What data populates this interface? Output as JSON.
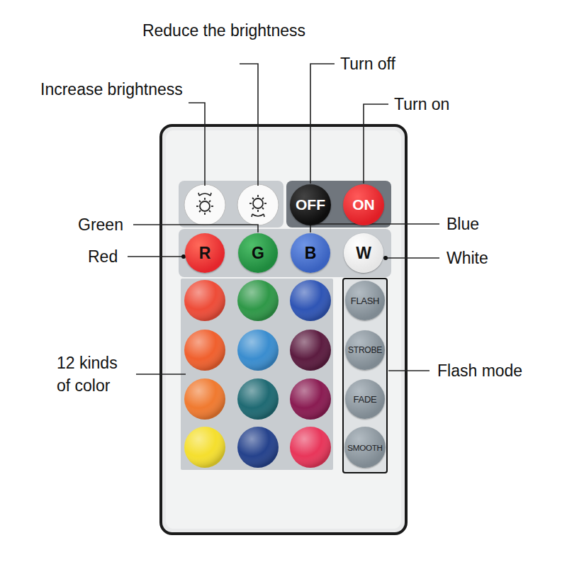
{
  "diagram": {
    "nodes": [
      {
        "text": [
          "OFF"
        ]
      },
      {
        "text": [
          "ON"
        ]
      },
      {
        "text": [
          "R"
        ]
      },
      {
        "text": [
          "G"
        ]
      },
      {
        "text": [
          "B"
        ]
      },
      {
        "text": [
          "W"
        ]
      },
      {
        "text": [
          "FLASH"
        ]
      },
      {
        "text": [
          "STROBE"
        ]
      },
      {
        "text": [
          "FADE"
        ]
      },
      {
        "text": [
          "SMOOTH"
        ]
      }
    ],
    "labels": [
      "Reduce the brightness",
      "Increase brightness",
      "Turn off",
      "Turn on",
      "Green",
      "Blue",
      "Red",
      "White",
      "12 kinds of color",
      "Flash mode"
    ]
  }
}
